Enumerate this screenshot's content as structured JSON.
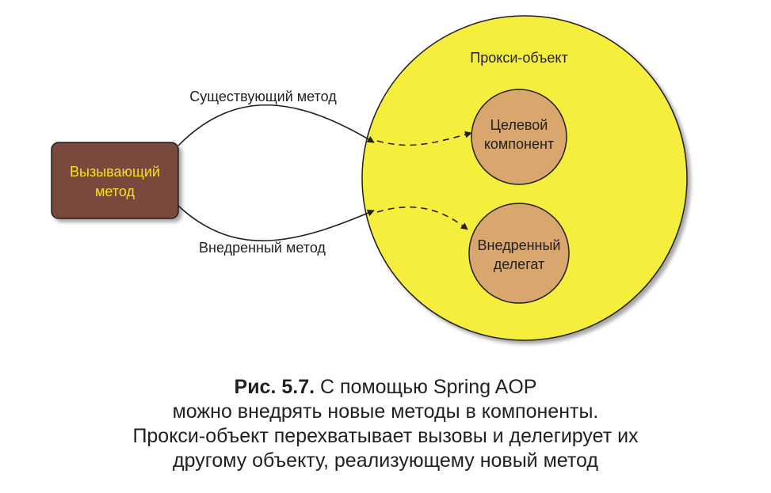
{
  "diagram": {
    "caller": {
      "line1": "Вызывающий",
      "line2": "метод"
    },
    "proxy": {
      "label": "Прокси-объект"
    },
    "target": {
      "line1": "Целевой",
      "line2": "компонент"
    },
    "delegate": {
      "line1": "Внедренный",
      "line2": "делегат"
    },
    "edges": {
      "existing": "Существующий метод",
      "introduced": "Внедренный метод"
    },
    "colors": {
      "caller_fill": "#7a4a3e",
      "caller_text": "#f2e51c",
      "proxy_fill": "#f5ee3d",
      "inner_fill": "#d9a66d",
      "stroke": "#231f20"
    }
  },
  "caption": {
    "label": "Рис. 5.7.",
    "line1_rest": " С помощью Spring AOP",
    "line2": "можно внедрять новые методы в компоненты.",
    "line3": "Прокси-объект перехватывает вызовы и делегирует их",
    "line4": "другому объекту, реализующему новый метод"
  }
}
